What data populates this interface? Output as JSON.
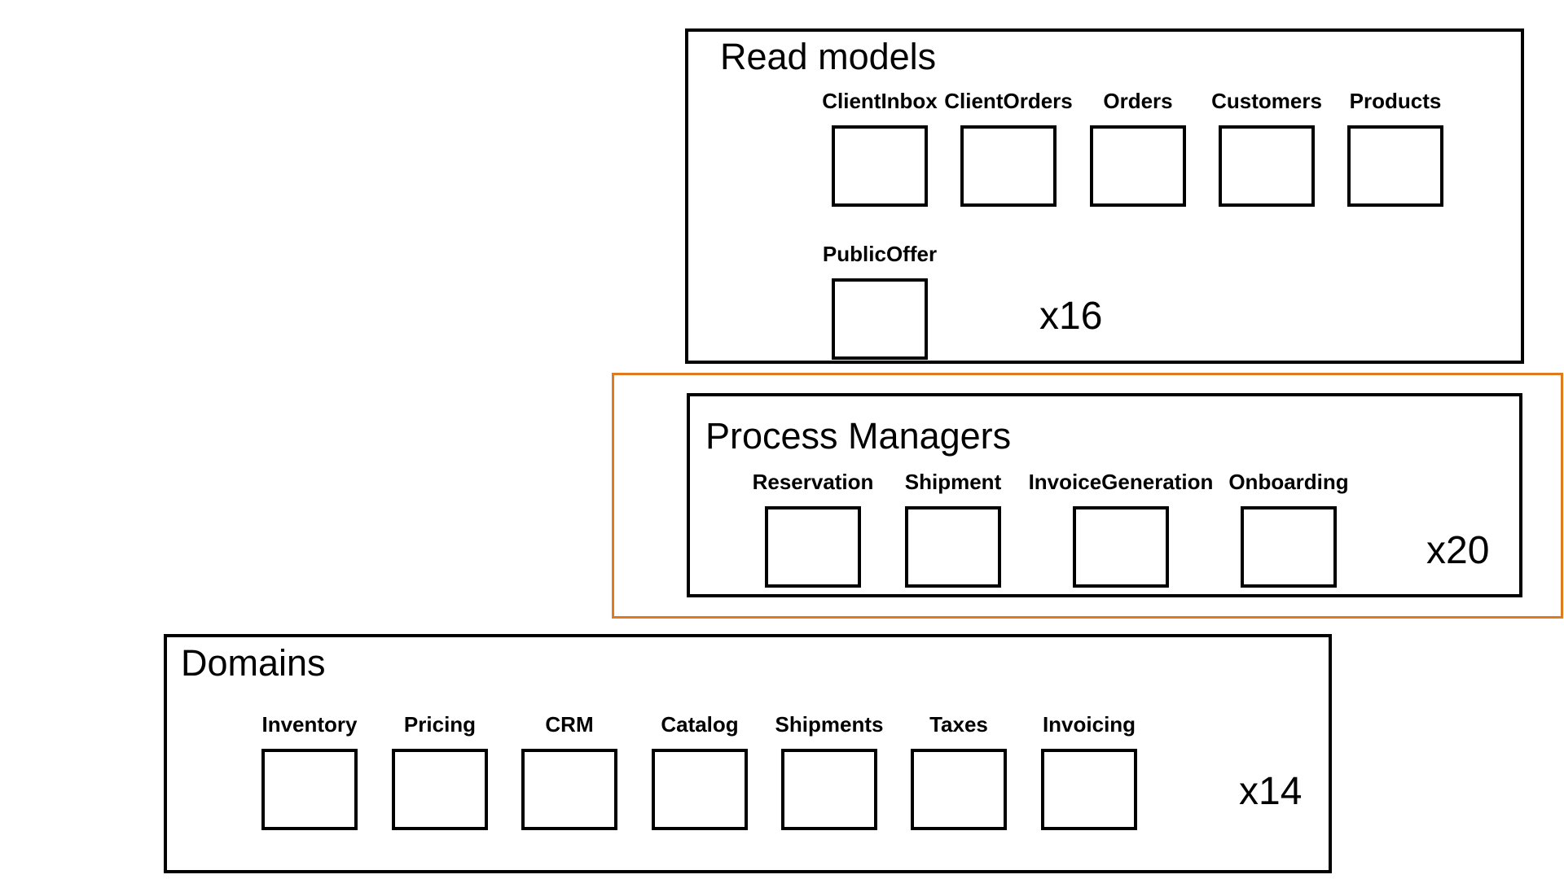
{
  "highlight_color": "#e07a1f",
  "read_models": {
    "title": "Read models",
    "items": [
      {
        "label": "ClientInbox"
      },
      {
        "label": "ClientOrders"
      },
      {
        "label": "Orders"
      },
      {
        "label": "Customers"
      },
      {
        "label": "Products"
      },
      {
        "label": "PublicOffer"
      }
    ],
    "count": "x16"
  },
  "process_managers": {
    "title": "Process Managers",
    "items": [
      {
        "label": "Reservation"
      },
      {
        "label": "Shipment"
      },
      {
        "label": "InvoiceGeneration"
      },
      {
        "label": "Onboarding"
      }
    ],
    "count": "x20"
  },
  "domains": {
    "title": "Domains",
    "items": [
      {
        "label": "Inventory"
      },
      {
        "label": "Pricing"
      },
      {
        "label": "CRM"
      },
      {
        "label": "Catalog"
      },
      {
        "label": "Shipments"
      },
      {
        "label": "Taxes"
      },
      {
        "label": "Invoicing"
      }
    ],
    "count": "x14"
  }
}
